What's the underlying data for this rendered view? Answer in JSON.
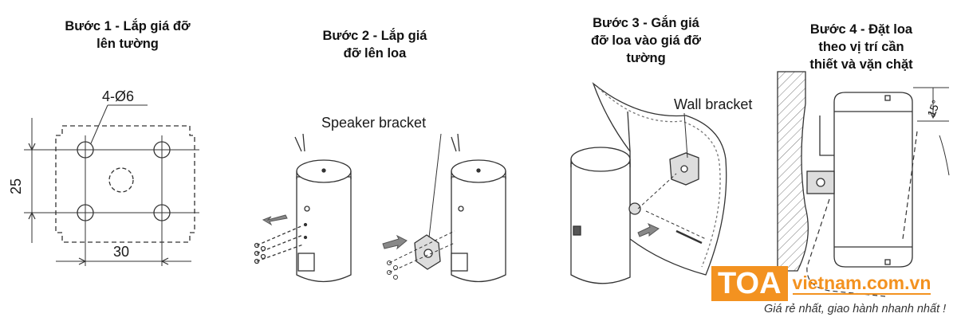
{
  "steps": [
    {
      "title": "Bước 1 - Lắp giá đỡ\nlên tường"
    },
    {
      "title": "Bước 2 - Lắp giá\nđỡ lên loa"
    },
    {
      "title": "Bước 3 - Gắn giá\nđỡ loa vào giá đỡ\ntường"
    },
    {
      "title": "Bước 4 - Đặt loa\ntheo vị trí cần\nthiết và vặn chặt"
    }
  ],
  "labels": {
    "hole_spec": "4-Ø6",
    "dim_vertical": "25",
    "dim_horizontal": "30",
    "speaker_bracket": "Speaker bracket",
    "wall_bracket": "Wall bracket",
    "angle": "15°"
  },
  "brand": {
    "box": "TOA",
    "rest": "vietnam.com.vn",
    "slogan": "Giá rẻ nhất, giao hành nhanh nhất !",
    "color": "#f39220"
  }
}
